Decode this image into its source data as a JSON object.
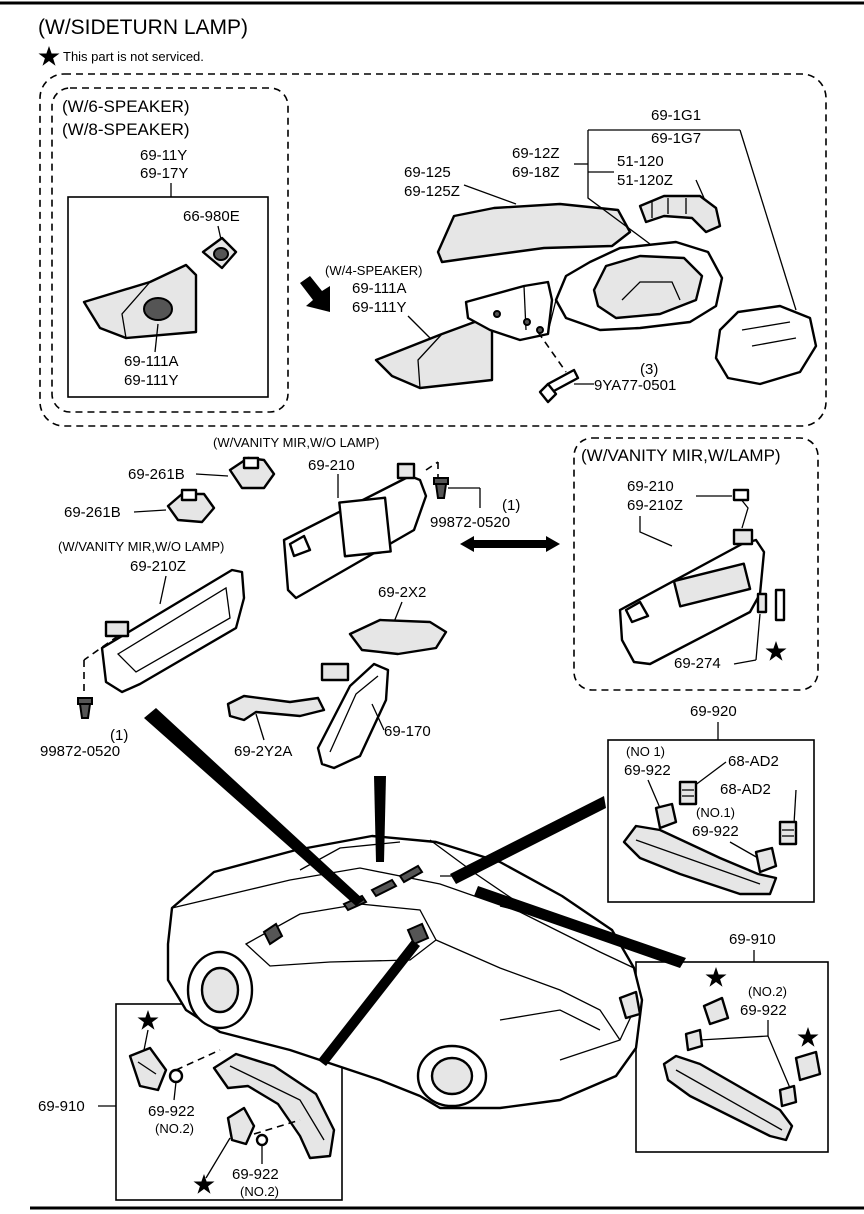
{
  "header": {
    "title": "(W/SIDETURN LAMP)",
    "note": "This part is not serviced."
  },
  "groups": {
    "speaker_6_8_line1": "(W/6-SPEAKER)",
    "speaker_6_8_line2": "(W/8-SPEAKER)",
    "speaker_4": "(W/4-SPEAKER)",
    "vanity_wo_lamp_upper": "(W/VANITY MIR,W/O LAMP)",
    "vanity_wo_lamp_lower": "(W/VANITY MIR,W/O LAMP)",
    "vanity_w_lamp": "(W/VANITY MIR,W/LAMP)"
  },
  "labels": {
    "p69_11Y": "69-11Y",
    "p69_17Y": "69-17Y",
    "p66_980E": "66-980E",
    "p69_111A_a": "69-111A",
    "p69_111Y_a": "69-111Y",
    "p69_125": "69-125",
    "p69_125Z": "69-125Z",
    "p69_12Z": "69-12Z",
    "p69_18Z": "69-18Z",
    "p69_1G1": "69-1G1",
    "p69_1G7": "69-1G7",
    "p51_120": "51-120",
    "p51_120Z": "51-120Z",
    "p69_111A_b": "69-111A",
    "p69_111Y_b": "69-111Y",
    "qty3": "(3)",
    "p9YA77_0501": "9YA77-0501",
    "p69_261B_a": "69-261B",
    "p69_261B_b": "69-261B",
    "p69_210_a": "69-210",
    "qty1_a": "(1)",
    "p99872_0520_a": "99872-0520",
    "p69_210_b": "69-210",
    "p69_210Z_b": "69-210Z",
    "p69_274": "69-274",
    "p69_210Z_a": "69-210Z",
    "p69_2X2": "69-2X2",
    "qty1_b": "(1)",
    "p99872_0520_b": "99872-0520",
    "p69_2Y2A": "69-2Y2A",
    "p69_170": "69-170",
    "p69_920": "69-920",
    "no1_a": "(NO 1)",
    "p69_922_a": "69-922",
    "p68_AD2_a": "68-AD2",
    "p68_AD2_b": "68-AD2",
    "no1_b": "(NO.1)",
    "p69_922_b": "69-922",
    "p69_910_right": "69-910",
    "no2_a": "(NO.2)",
    "p69_922_c": "69-922",
    "p69_910_left": "69-910",
    "p69_922_d": "69-922",
    "no2_b": "(NO.2)",
    "p69_922_e": "69-922",
    "no2_c": "(NO.2)"
  },
  "icons": {
    "not_serviced": "star-icon"
  }
}
